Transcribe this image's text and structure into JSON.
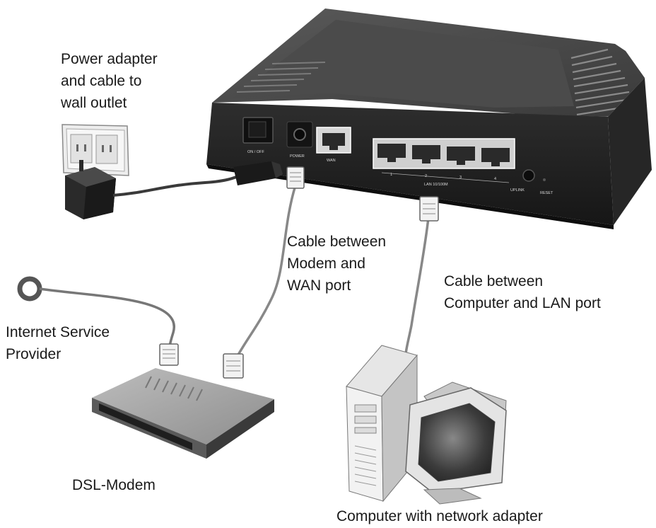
{
  "labels": {
    "power": [
      "Power adapter",
      "and cable to",
      "wall outlet"
    ],
    "cable_modem_wan": [
      "Cable between",
      "Modem and",
      "WAN port"
    ],
    "cable_computer_lan": [
      "Cable between",
      "Computer and LAN port"
    ],
    "isp": [
      "Internet Service",
      "Provider"
    ],
    "dsl_modem": "DSL-Modem",
    "computer": "Computer with network adapter"
  },
  "router_port_labels": {
    "switch": "ON / OFF",
    "power": "POWER",
    "wan": "WAN",
    "lan_group": "LAN 10/100M",
    "lan_1": "1",
    "lan_2": "2",
    "lan_3": "3",
    "lan_4": "4",
    "uplink": "UPLINK",
    "reset": "RESET"
  }
}
